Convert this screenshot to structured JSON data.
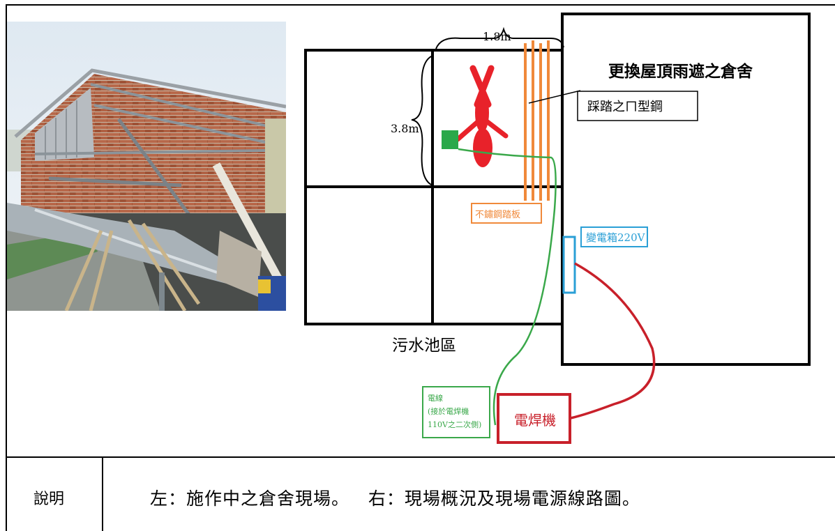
{
  "diagram": {
    "dim_width": "1.8m",
    "dim_height": "3.8m",
    "warehouse_label": "更換屋頂雨遮之倉舍",
    "steel_label": "踩踏之ㄇ型鋼",
    "plate_label": "不鏽鋼踏板",
    "transformer_label": "變電箱220V",
    "pool_label": "污水池區",
    "cable_note_line1": "電線",
    "cable_note_line2": "(接於電焊機",
    "cable_note_line3": "110V之二次側)",
    "welder_label": "電焊機",
    "colors": {
      "worker": "#e8222a",
      "steel": "#f0893a",
      "cable_green": "#3aa84a",
      "transformer": "#2a9fd6",
      "welder": "#c8202a"
    }
  },
  "caption": {
    "label": "說明",
    "text": "左：施作中之倉舍現場。   右：現場概況及現場電源線路圖。"
  }
}
